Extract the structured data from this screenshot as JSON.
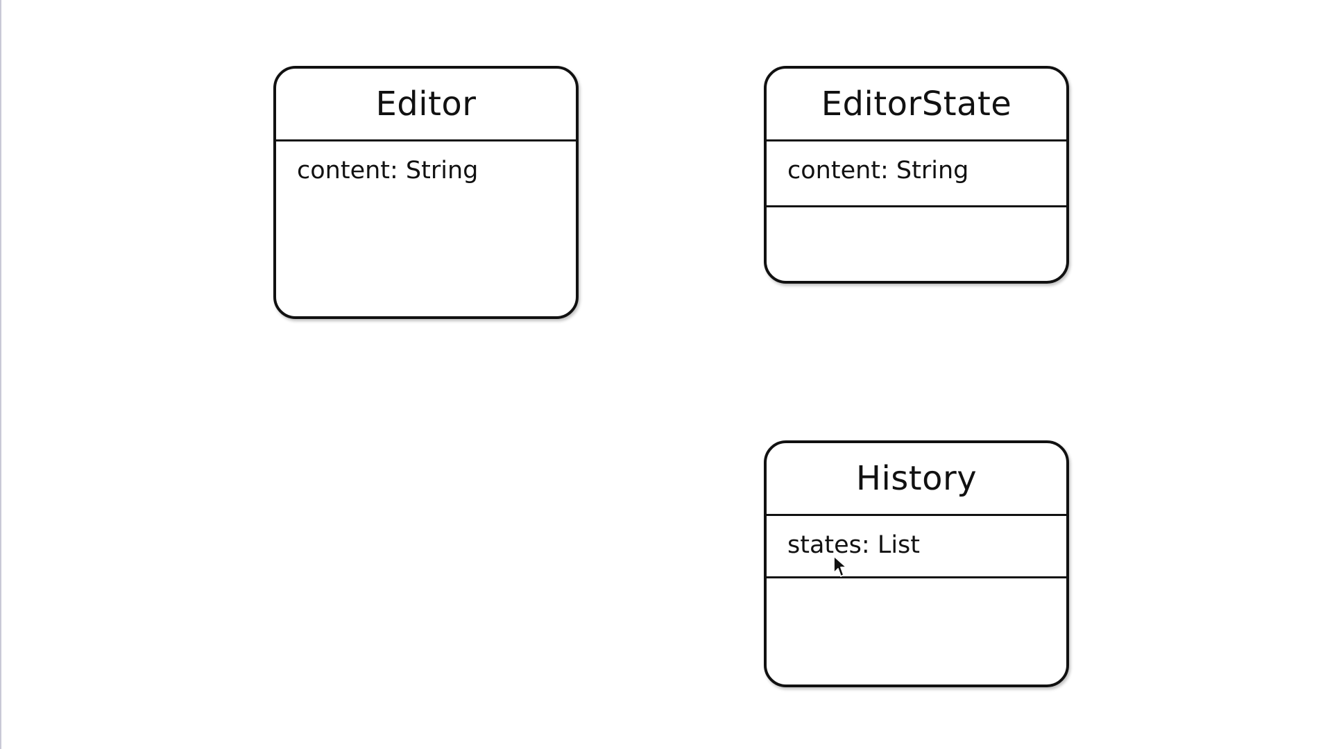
{
  "diagram": {
    "classes": [
      {
        "name": "Editor",
        "attributes": [
          "content: String"
        ]
      },
      {
        "name": "EditorState",
        "attributes": [
          "content: String"
        ]
      },
      {
        "name": "History",
        "attributes": [
          "states: List"
        ]
      }
    ]
  },
  "cursor": {
    "icon": "mouse-pointer-icon"
  }
}
